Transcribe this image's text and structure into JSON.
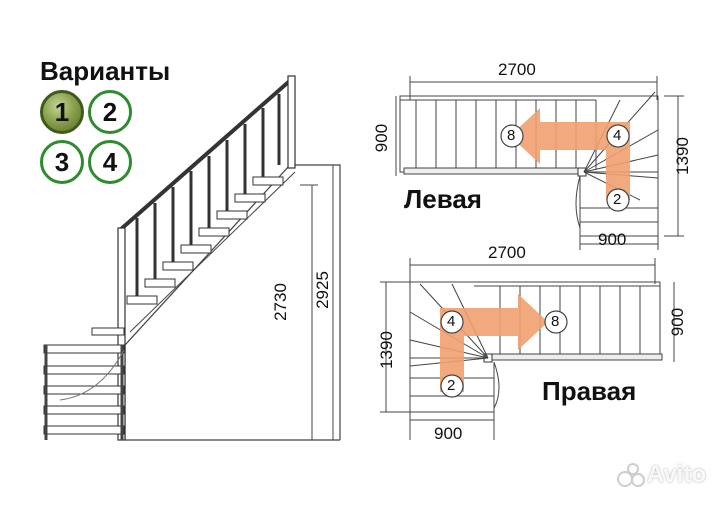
{
  "header": {
    "title": "Варианты"
  },
  "variants": [
    {
      "label": "1",
      "active": true
    },
    {
      "label": "2",
      "active": false
    },
    {
      "label": "3",
      "active": false
    },
    {
      "label": "4",
      "active": false
    }
  ],
  "side_view": {
    "dim_height_total": "2925",
    "dim_height_floor": "2730"
  },
  "left_plan": {
    "label": "Левая",
    "dim_length": "2700",
    "dim_width": "900",
    "dim_depth": "1390",
    "dim_bottom": "900",
    "step_markers": [
      "8",
      "4",
      "2"
    ]
  },
  "right_plan": {
    "label": "Правая",
    "dim_length": "2700",
    "dim_width": "900",
    "dim_depth": "1390",
    "dim_bottom": "900",
    "step_markers": [
      "4",
      "8",
      "2"
    ]
  },
  "colors": {
    "arrow": "#f0a070",
    "variant_ring": "#2e8b2e",
    "line": "#333333"
  },
  "watermark": {
    "text": "Avito"
  }
}
